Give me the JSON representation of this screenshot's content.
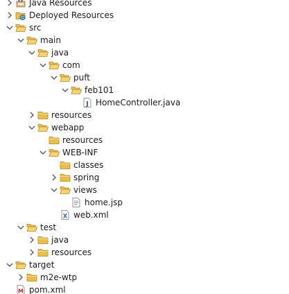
{
  "tree": {
    "items": [
      {
        "label": "Java Resources",
        "level": 0,
        "expander": "collapsed",
        "icon": "java-resources-icon"
      },
      {
        "label": "Deployed Resources",
        "level": 0,
        "expander": "collapsed",
        "icon": "deployed-resources-icon"
      },
      {
        "label": "src",
        "level": 0,
        "expander": "expanded",
        "icon": "folder-open-icon"
      },
      {
        "label": "main",
        "level": 1,
        "expander": "expanded",
        "icon": "folder-open-icon"
      },
      {
        "label": "java",
        "level": 2,
        "expander": "expanded",
        "icon": "folder-open-icon"
      },
      {
        "label": "com",
        "level": 3,
        "expander": "expanded",
        "icon": "folder-open-icon"
      },
      {
        "label": "puft",
        "level": 4,
        "expander": "expanded",
        "icon": "folder-open-icon"
      },
      {
        "label": "feb101",
        "level": 5,
        "expander": "expanded",
        "icon": "folder-open-icon"
      },
      {
        "label": "HomeController.java",
        "level": 6,
        "expander": "none",
        "icon": "java-file-icon"
      },
      {
        "label": "resources",
        "level": 2,
        "expander": "collapsed",
        "icon": "folder-icon"
      },
      {
        "label": "webapp",
        "level": 2,
        "expander": "expanded",
        "icon": "folder-open-icon"
      },
      {
        "label": "resources",
        "level": 3,
        "expander": "none",
        "icon": "folder-icon"
      },
      {
        "label": "WEB-INF",
        "level": 3,
        "expander": "expanded",
        "icon": "folder-open-icon"
      },
      {
        "label": "classes",
        "level": 4,
        "expander": "none",
        "icon": "folder-icon"
      },
      {
        "label": "spring",
        "level": 4,
        "expander": "collapsed",
        "icon": "folder-icon"
      },
      {
        "label": "views",
        "level": 4,
        "expander": "expanded",
        "icon": "folder-open-icon"
      },
      {
        "label": "home.jsp",
        "level": 5,
        "expander": "none",
        "icon": "jsp-file-icon"
      },
      {
        "label": "web.xml",
        "level": 4,
        "expander": "none",
        "icon": "xml-file-icon"
      },
      {
        "label": "test",
        "level": 1,
        "expander": "expanded",
        "icon": "folder-open-icon"
      },
      {
        "label": "java",
        "level": 2,
        "expander": "collapsed",
        "icon": "folder-icon"
      },
      {
        "label": "resources",
        "level": 2,
        "expander": "collapsed",
        "icon": "folder-icon"
      },
      {
        "label": "target",
        "level": 0,
        "expander": "expanded",
        "icon": "folder-open-icon"
      },
      {
        "label": "m2e-wtp",
        "level": 1,
        "expander": "collapsed",
        "icon": "folder-icon"
      },
      {
        "label": "pom.xml",
        "level": 0,
        "expander": "none",
        "icon": "maven-pom-icon"
      }
    ]
  },
  "colors": {
    "folder_fill": "#e8bf4f",
    "folder_edge": "#b8891b",
    "chevron": "#5a5a5a",
    "text": "#1a1a1a",
    "java_blue": "#2b4f9e"
  }
}
